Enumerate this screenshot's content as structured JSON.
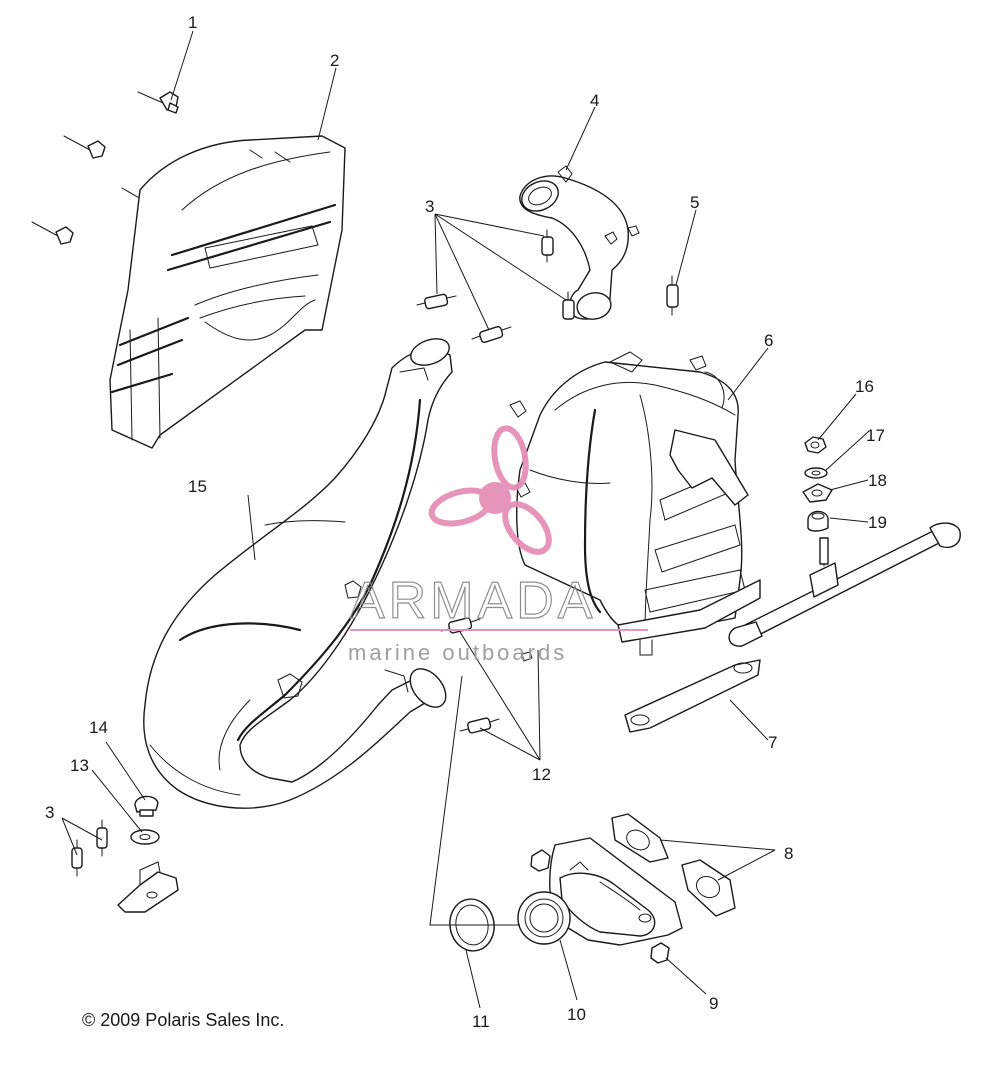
{
  "diagram": {
    "callouts": [
      "1",
      "2",
      "3",
      "4",
      "5",
      "6",
      "7",
      "8",
      "9",
      "10",
      "11",
      "12",
      "13",
      "14",
      "15",
      "16",
      "17",
      "18",
      "19"
    ],
    "repeat_callout": "3",
    "copyright": "© 2009 Polaris Sales Inc."
  },
  "watermark": {
    "brand": "ARMADA",
    "tagline": "marine outboards",
    "logo_color": "#e58fb6",
    "text_color": "#8a8a8a"
  },
  "colors": {
    "line": "#1a1a1a",
    "background": "#ffffff"
  }
}
